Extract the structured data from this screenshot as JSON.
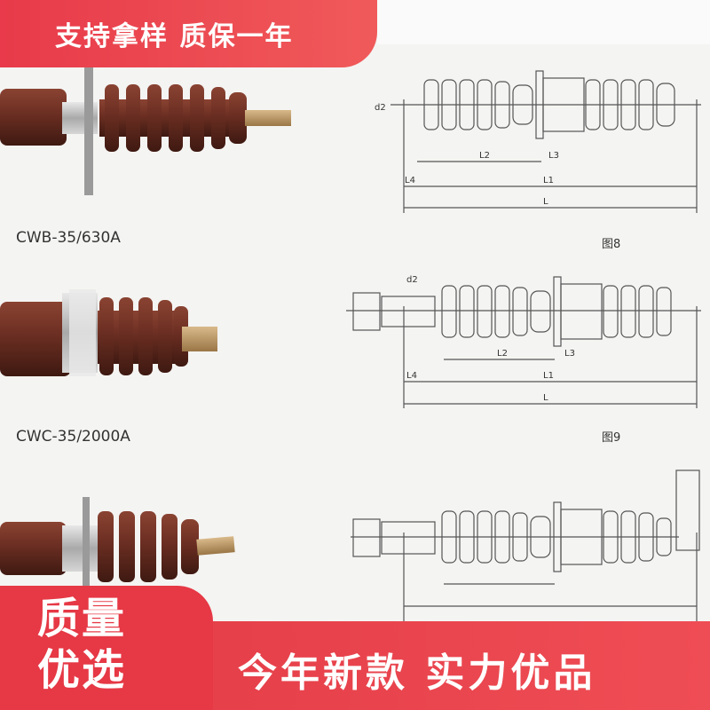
{
  "top_banner": {
    "text": "支持拿样 质保一年"
  },
  "products": [
    {
      "model": "CWB-35/630A"
    },
    {
      "model": "CWC-35/2000A"
    }
  ],
  "figures": [
    {
      "label": "图8",
      "dims": [
        "d2",
        "L2",
        "L3",
        "L4",
        "L1",
        "L"
      ]
    },
    {
      "label": "图9",
      "dims": [
        "d2",
        "L2",
        "L3",
        "L4",
        "L1",
        "L"
      ]
    }
  ],
  "bottom_left": {
    "line1": "质量",
    "line2": "优选"
  },
  "bottom_right": {
    "text": "今年新款 实力优品"
  },
  "colors": {
    "accent": "#e63845",
    "porcelain": "#6b2e22"
  }
}
